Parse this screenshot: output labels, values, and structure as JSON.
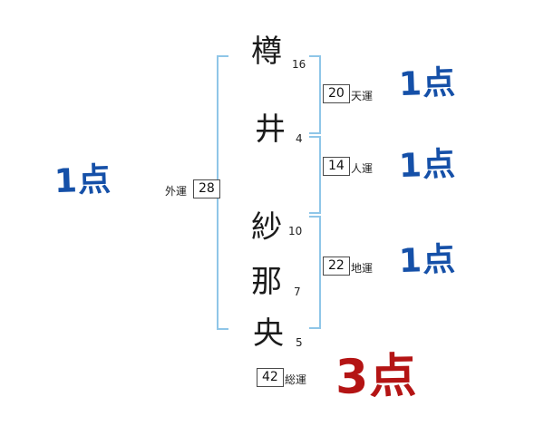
{
  "name": {
    "chars": [
      {
        "char": "樽",
        "strokes": "16"
      },
      {
        "char": "井",
        "strokes": "4"
      },
      {
        "char": "紗",
        "strokes": "10"
      },
      {
        "char": "那",
        "strokes": "7"
      },
      {
        "char": "央",
        "strokes": "5"
      }
    ]
  },
  "fortunes": {
    "ten": {
      "value": "20",
      "label": "天運",
      "score": "1点"
    },
    "jin": {
      "value": "14",
      "label": "人運",
      "score": "1点"
    },
    "chi": {
      "value": "22",
      "label": "地運",
      "score": "1点"
    },
    "gai": {
      "value": "28",
      "label": "外運",
      "score": "1点"
    },
    "sou": {
      "value": "42",
      "label": "総運",
      "score": "3点"
    }
  },
  "colors": {
    "score_blue": "#1550a8",
    "score_red": "#b41414",
    "bracket_blue": "#8fc6e8"
  }
}
